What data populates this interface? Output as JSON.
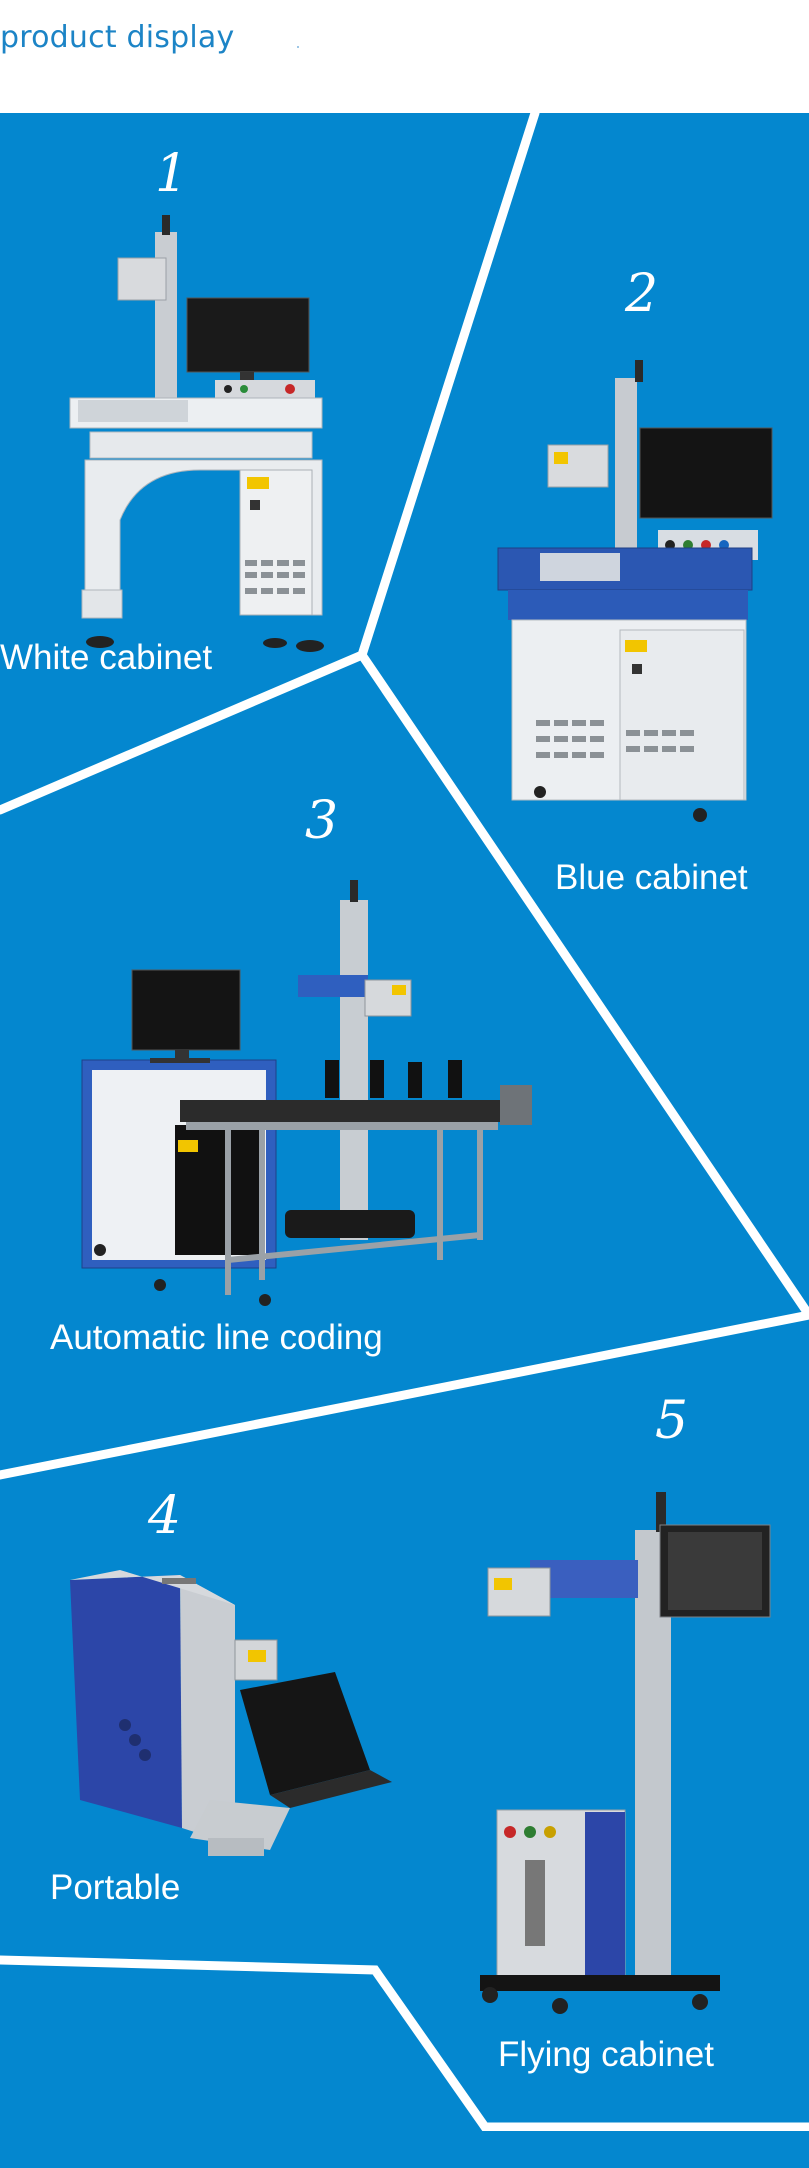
{
  "header": {
    "title": "product display"
  },
  "colors": {
    "panel_blue": "#0487cf",
    "divider": "#ffffff",
    "title_blue": "#1c84c6"
  },
  "products": [
    {
      "number": "1",
      "name": "White cabinet"
    },
    {
      "number": "2",
      "name": "Blue cabinet"
    },
    {
      "number": "3",
      "name": "Automatic line coding"
    },
    {
      "number": "4",
      "name": "Portable"
    },
    {
      "number": "5",
      "name": "Flying cabinet"
    }
  ]
}
